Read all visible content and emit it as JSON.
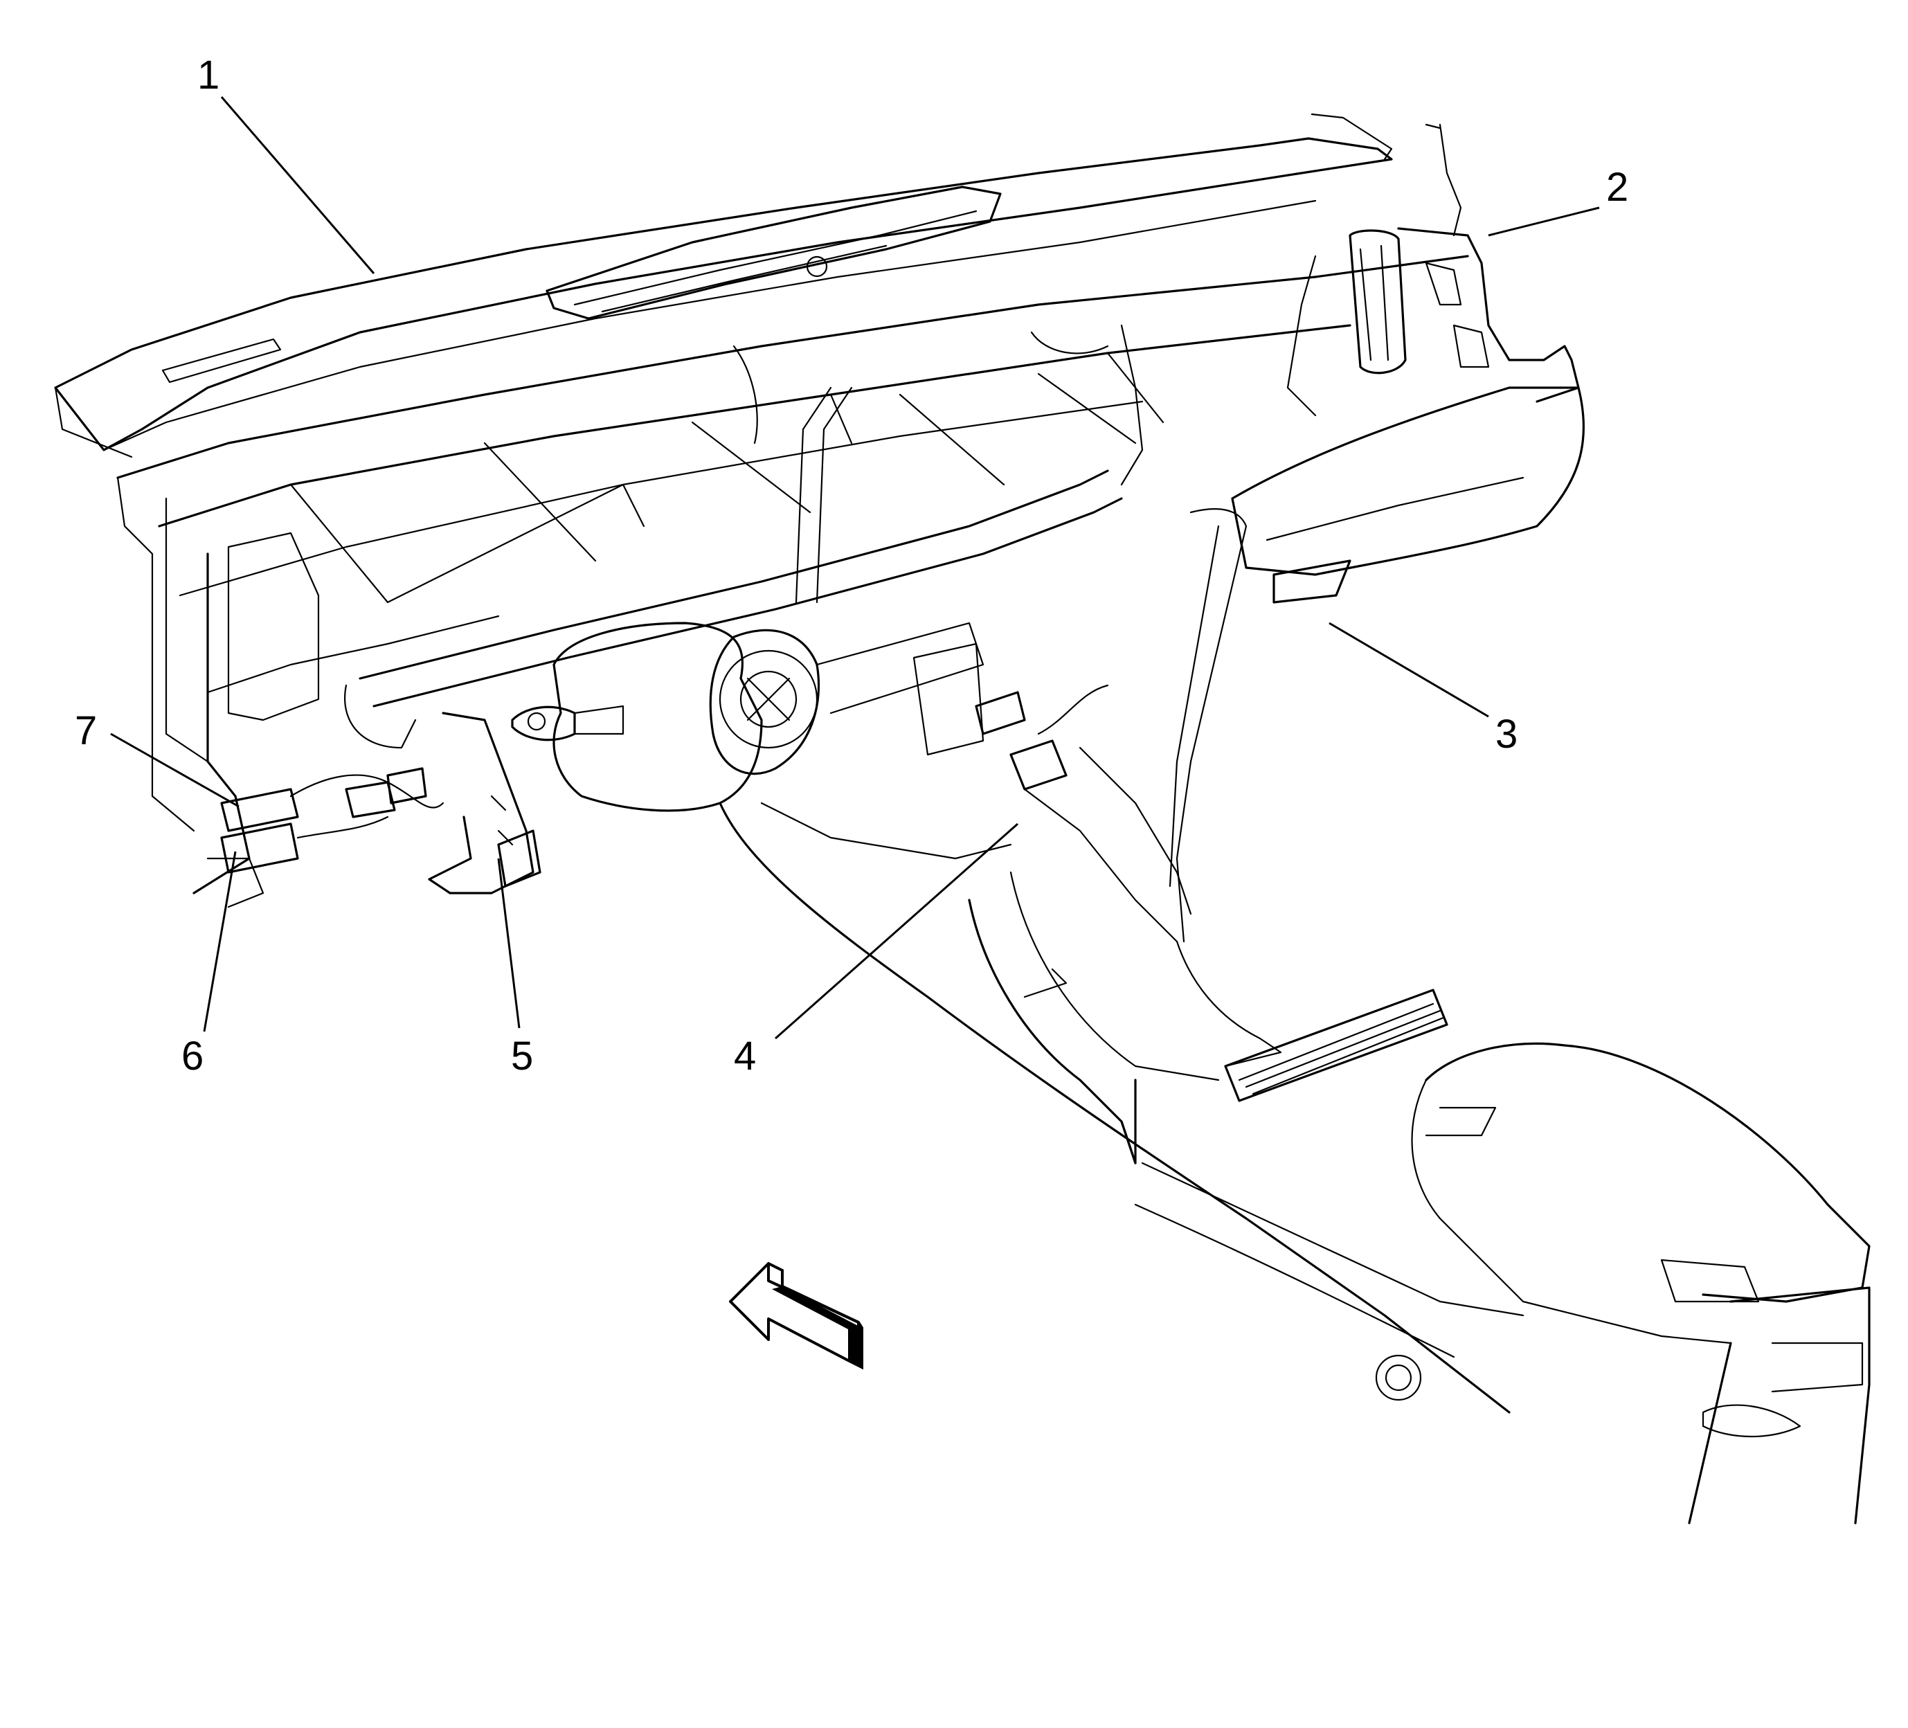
{
  "callouts": [
    {
      "id": "1",
      "label": "1"
    },
    {
      "id": "2",
      "label": "2"
    },
    {
      "id": "3",
      "label": "3"
    },
    {
      "id": "4",
      "label": "4"
    },
    {
      "id": "5",
      "label": "5"
    },
    {
      "id": "6",
      "label": "6"
    },
    {
      "id": "7",
      "label": "7"
    }
  ],
  "colors": {
    "ink": "#000000",
    "paper": "#ffffff"
  },
  "icons": {
    "view_direction": "view-direction-arrow-icon"
  }
}
